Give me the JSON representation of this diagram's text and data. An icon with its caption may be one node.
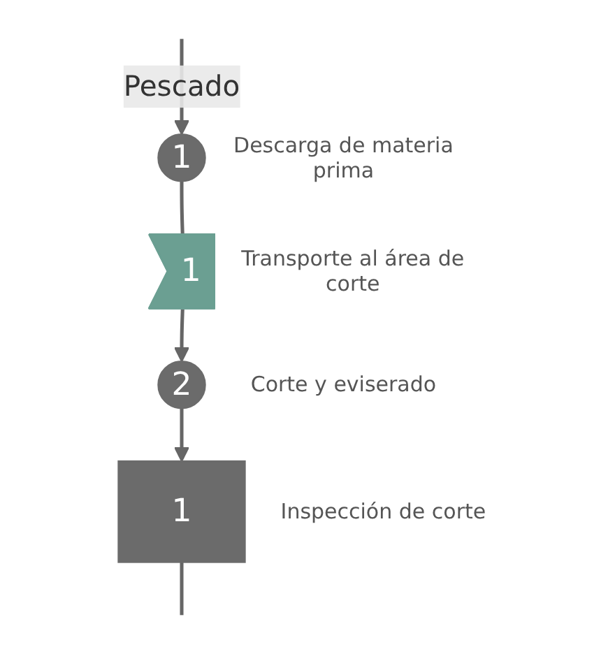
{
  "diagram": {
    "nodes": [
      {
        "text": [
          "1"
        ],
        "beside": [
          "Descarga de materia prima"
        ]
      },
      {
        "text": [
          "1"
        ],
        "beside": [
          "Transporte al área de corte"
        ]
      },
      {
        "text": [
          "2"
        ],
        "beside": [
          "Corte y eviserado"
        ]
      },
      {
        "text": [
          "1"
        ],
        "beside": [
          "Inspección de corte"
        ]
      }
    ],
    "edges": [
      {
        "from": null,
        "to": 0,
        "arrow": "to",
        "label": "Pescado"
      },
      {
        "from": 0,
        "to": 1,
        "arrow": "none"
      },
      {
        "from": 1,
        "to": 2,
        "arrow": "to"
      },
      {
        "from": 2,
        "to": 3,
        "arrow": "to"
      },
      {
        "from": 3,
        "to": null,
        "arrow": "none"
      }
    ]
  }
}
